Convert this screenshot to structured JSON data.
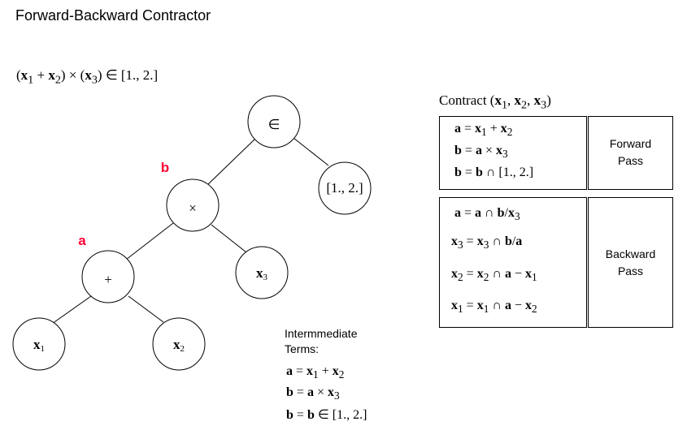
{
  "title": "Forward-Backward Contractor",
  "constraint_html": "(<b>x</b><sub>1</sub> + <b>x</b><sub>2</sub>) × (<b>x</b><sub>3</sub>) ∈ [1., 2.]",
  "tree": {
    "root": "∈",
    "times": "×",
    "plus": "+",
    "interval": "[1., 2.]",
    "x1": "x",
    "x1_sub": "1",
    "x2": "x",
    "x2_sub": "2",
    "x3": "x",
    "x3_sub": "3",
    "label_b": "b",
    "label_a": "a"
  },
  "contract_header_html": "Contract (<b>x</b><sub>1</sub>, <b>x</b><sub>2</sub>, <b>x</b><sub>3</sub>)",
  "forward": {
    "label_line1": "Forward",
    "label_line2": "Pass",
    "equations_html": [
      "<b>a</b> = <b>x</b><sub>1</sub> + <b>x</b><sub>2</sub>",
      "<b>b</b> = <b>a</b> × <b>x</b><sub>3</sub>",
      "<b>b</b> = <b>b</b> ∩ [1., 2.]"
    ]
  },
  "backward": {
    "label_line1": "Backward",
    "label_line2": "Pass",
    "equations_html": [
      "<b>a</b> = <b>a</b> ∩ <b>b</b>/<b>x</b><sub>3</sub>",
      "<b>x</b><sub>3</sub> = <b>x</b><sub>3</sub> ∩ <b>b</b>/<b>a</b>",
      "<b>x</b><sub>2</sub> = <b>x</b><sub>2</sub> ∩ <b>a</b> − <b>x</b><sub>1</sub>",
      "<b>x</b><sub>1</sub> = <b>x</b><sub>1</sub> ∩ <b>a</b> − <b>x</b><sub>2</sub>"
    ]
  },
  "intermediate": {
    "label_line1": "Intermmediate",
    "label_line2": "Terms:",
    "equations_html": [
      "<b>a</b> = <b>x</b><sub>1</sub> + <b>x</b><sub>2</sub>",
      "<b>b</b> = <b>a</b> × <b>x</b><sub>3</sub>",
      "<b>b</b> = <b>b</b> ∈ [1., 2.]"
    ]
  },
  "colors": {
    "label_red": "#ff0033",
    "line": "#000000"
  }
}
